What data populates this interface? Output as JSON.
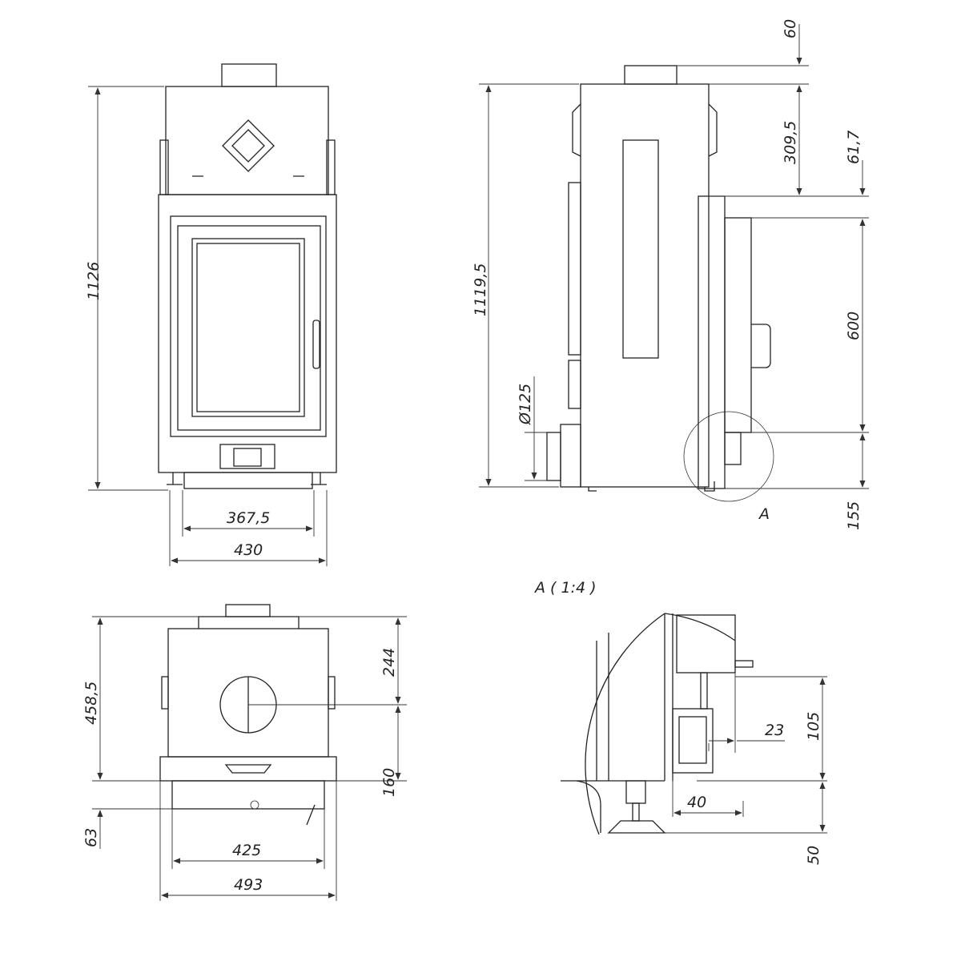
{
  "title": "Fireplace insert technical drawing",
  "detail_label": "A",
  "detail_title": "A ( 1:4 )",
  "front_view": {
    "height": "1126",
    "feet_span": "367,5",
    "width": "430"
  },
  "side_view": {
    "top_offset": "60",
    "top_box": "309,5",
    "gap": "61,7",
    "height": "1119,5",
    "door_height": "600",
    "flue": "Ø125",
    "bottom": "155"
  },
  "top_view": {
    "depth": "458,5",
    "to_center": "244",
    "front": "160",
    "plate": "63",
    "inner_width": "425",
    "width": "493"
  },
  "detail": {
    "d23": "23",
    "d105": "105",
    "d40": "40",
    "d50": "50"
  }
}
